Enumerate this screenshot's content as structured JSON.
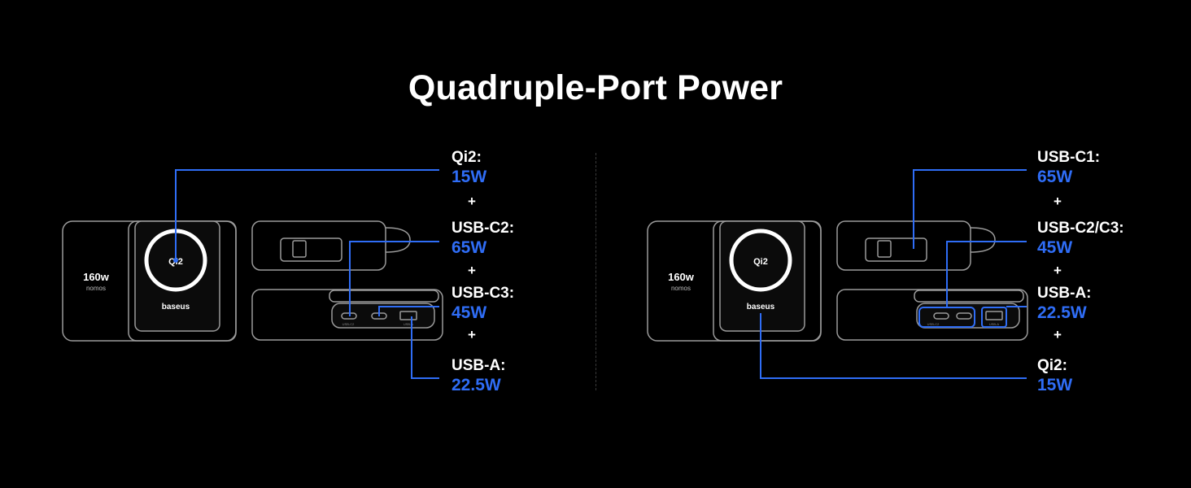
{
  "title": "Quadruple-Port Power",
  "accent_color": "#2f6df6",
  "left_panel": {
    "brand_label": "baseus",
    "capacity_label": "160w",
    "series_label": "nomos",
    "qi_badge": "Qi2",
    "port_labels": [
      "USB-C2",
      "USB-A"
    ],
    "labels": [
      {
        "name": "Qi2:",
        "watt": "15W"
      },
      {
        "name": "USB-C2:",
        "watt": "65W"
      },
      {
        "name": "USB-C3:",
        "watt": "45W"
      },
      {
        "name": "USB-A:",
        "watt": "22.5W"
      }
    ],
    "plus": [
      "+",
      "+",
      "+"
    ]
  },
  "right_panel": {
    "brand_label": "baseus",
    "capacity_label": "160w",
    "series_label": "nomos",
    "qi_badge": "Qi2",
    "port_labels": [
      "USB-C2",
      "USB-A"
    ],
    "labels": [
      {
        "name": "USB-C1:",
        "watt": "65W"
      },
      {
        "name": "USB-C2/C3:",
        "watt": "45W"
      },
      {
        "name": "USB-A:",
        "watt": "22.5W"
      },
      {
        "name": "Qi2:",
        "watt": "15W"
      }
    ],
    "plus": [
      "+",
      "+",
      "+"
    ]
  }
}
